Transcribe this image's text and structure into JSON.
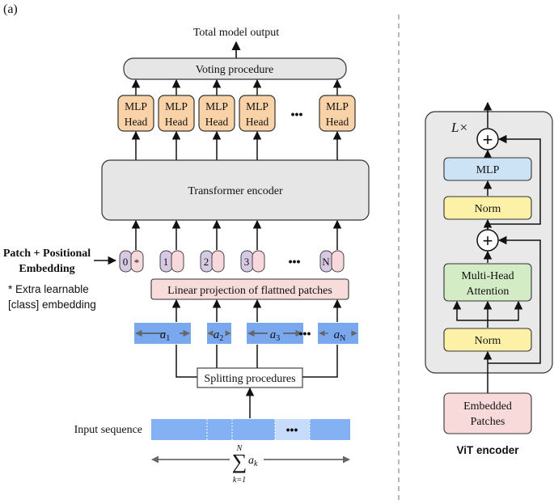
{
  "panel_label": "(a)",
  "left": {
    "total_output": "Total model output",
    "voting": "Voting procedure",
    "mlp_head_line1": "MLP",
    "mlp_head_line2": "Head",
    "dots": "•••",
    "transformer": "Transformer encoder",
    "patch_label_line1": "Patch + Positional",
    "patch_label_line2": "Embedding",
    "extra_line1": "* Extra learnable",
    "extra_line2": "[class] embedding",
    "token0": "0",
    "token0_star": "*",
    "tokens": [
      "1",
      "2",
      "3",
      "N"
    ],
    "linear_proj": "Linear projection of flattned patches",
    "segments": [
      "a",
      "a",
      "a",
      "a"
    ],
    "segment_subs": [
      "1",
      "2",
      "3",
      "N"
    ],
    "splitting": "Splitting procedures",
    "input_sequence": "Input sequence",
    "sum_top": "N",
    "sum_bottom": "k=1",
    "sum_symbol": "∑",
    "sum_term": "a",
    "sum_term_sub": "k"
  },
  "right": {
    "repeat_label": "L×",
    "mlp": "MLP",
    "norm_top": "Norm",
    "attention_line1": "Multi-Head",
    "attention_line2": "Attention",
    "norm_bottom": "Norm",
    "embedded_line1": "Embedded",
    "embedded_line2": "Patches",
    "title": "ViT encoder",
    "plus": "+"
  },
  "colors": {
    "mlp_head_fill": "#f9d2a7",
    "gray_fill": "#e6e6e6",
    "token_purple": "#d5c9e3",
    "token_pink": "#f7d9db",
    "linear_fill": "#f8dcdc",
    "segment_blue": "#7aa8ef",
    "input_blue": "#84b1f3",
    "input_light": "#c7dbfa",
    "vit_bg": "#e9e9e9",
    "mlp_blue": "#cce3f6",
    "norm_yellow": "#fdf1a8",
    "attention_green": "#d3ecc6",
    "embedded_pink": "#f8dada"
  }
}
